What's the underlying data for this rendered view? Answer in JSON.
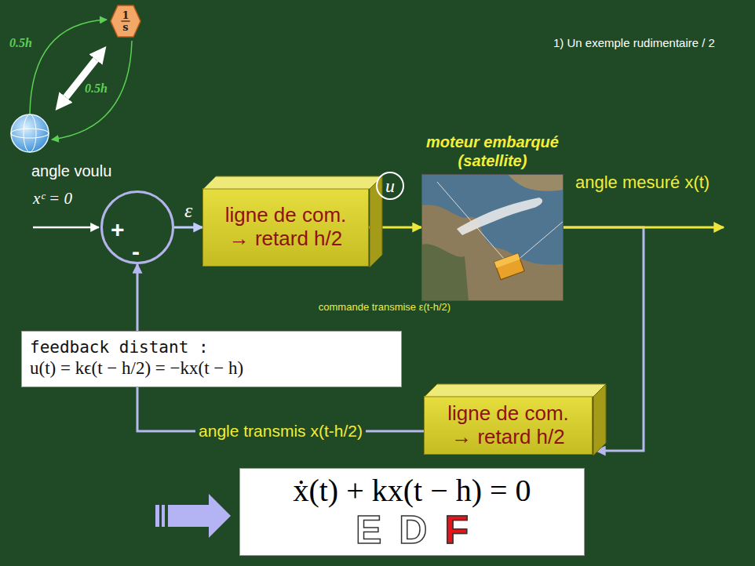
{
  "diagram": {
    "title": "1) Un exemple rudimentaire / 2",
    "nodes": [
      {
        "text": [
          "1 s"
        ]
      },
      {
        "text": [
          "+",
          "-"
        ]
      },
      {
        "text": [
          "ligne de com. → retard h/2"
        ]
      },
      {
        "text": [
          "u"
        ]
      },
      {
        "text": [
          "moteur embarqué (satellite)"
        ]
      },
      {
        "text": [
          "feedback distant :",
          "u(t) = kϵ(t − h/2) = −kx(t − h)"
        ]
      },
      {
        "text": [
          "ligne de com. → retard h/2"
        ]
      },
      {
        "text": [
          "ẋ(t) + kx(t − h) = 0",
          "EDF"
        ]
      }
    ],
    "edges": [
      {
        "from": 1,
        "to": 2,
        "arrow": "to",
        "label": "ε"
      },
      {
        "from": 2,
        "to": 4,
        "arrow": "to"
      },
      {
        "from": 4,
        "to": 6,
        "arrow": "to"
      },
      {
        "from": 6,
        "to": 1,
        "arrow": "to",
        "label": "angle transmis x(t-h/2)"
      }
    ],
    "labels": [
      "0.5h",
      "0.5h",
      "angle voulu",
      "xᶜ = 0",
      "angle mesuré x(t)",
      "commande transmise ε(t-h/2)"
    ]
  }
}
